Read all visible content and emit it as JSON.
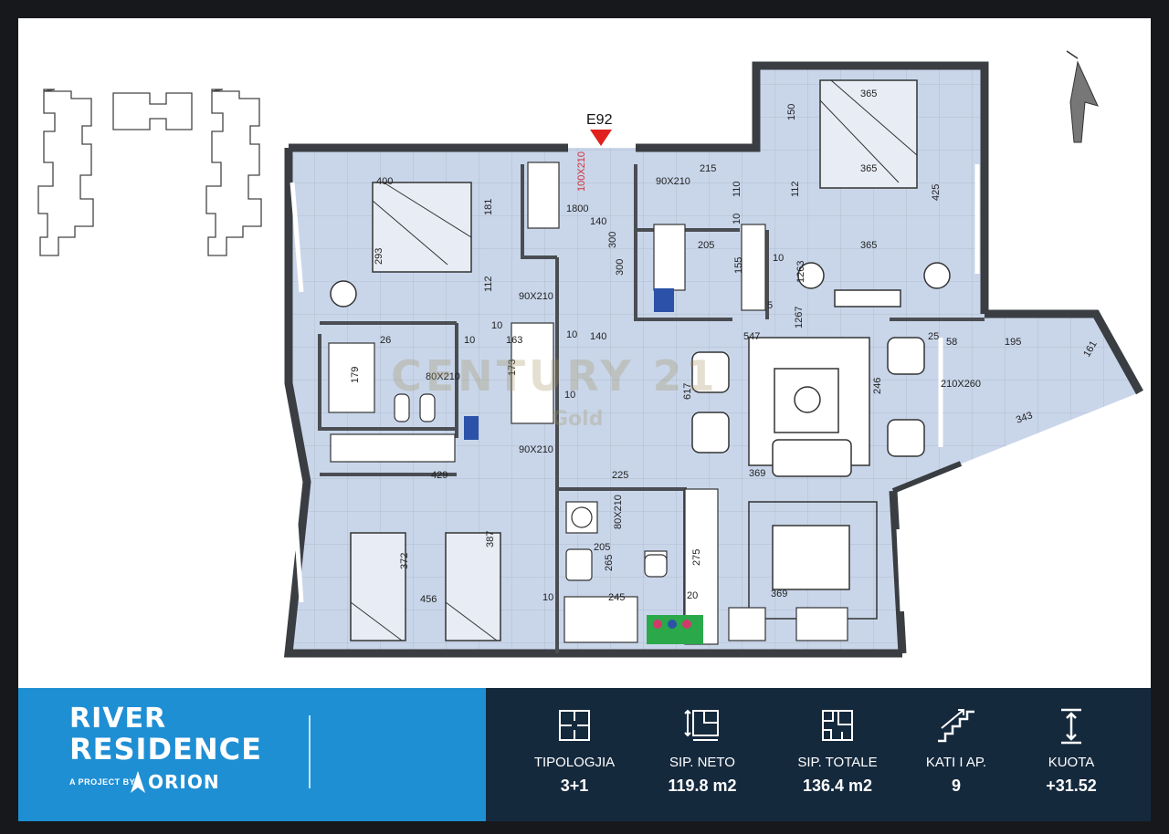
{
  "plan": {
    "entrance_label": "E92",
    "room_dims": [
      "400",
      "293",
      "181",
      "112",
      "10",
      "1800",
      "140",
      "300",
      "140",
      "10",
      "300",
      "163",
      "10",
      "173",
      "90X210",
      "80X210",
      "90X210",
      "100X210",
      "26",
      "10",
      "179",
      "429",
      "372",
      "456",
      "387",
      "225",
      "205",
      "265",
      "10",
      "245",
      "275",
      "20",
      "80X210",
      "215",
      "90X210",
      "110",
      "10",
      "205",
      "155",
      "10",
      "365",
      "150",
      "365",
      "112",
      "425",
      "365",
      "1263",
      "5",
      "1267",
      "547",
      "617",
      "369",
      "369",
      "246",
      "25",
      "58",
      "195",
      "161",
      "210X260",
      "343"
    ]
  },
  "watermark": {
    "line1": "CENTURY 21",
    "line2": "Gold"
  },
  "brand": {
    "line1": "RIVER",
    "line2": "RESIDENCE",
    "project_by": "A PROJECT BY",
    "developer": "ORION"
  },
  "stats": [
    {
      "label": "TIPOLOGJIA",
      "value": "3+1",
      "icon": "floorplan-icon"
    },
    {
      "label": "SIP. NETO",
      "value": "119.8 m2",
      "icon": "room-area-icon"
    },
    {
      "label": "SIP. TOTALE",
      "value": "136.4 m2",
      "icon": "total-area-icon"
    },
    {
      "label": "KATI I AP.",
      "value": "9",
      "icon": "stairs-icon"
    },
    {
      "label": "KUOTA",
      "value": "+31.52",
      "icon": "height-icon"
    }
  ],
  "colors": {
    "room_fill": "#c9d6ea",
    "wall": "#3a3d42",
    "brand_blue": "#1f8fd4",
    "stats_navy": "#15293d",
    "entrance_marker": "#e0201c"
  }
}
